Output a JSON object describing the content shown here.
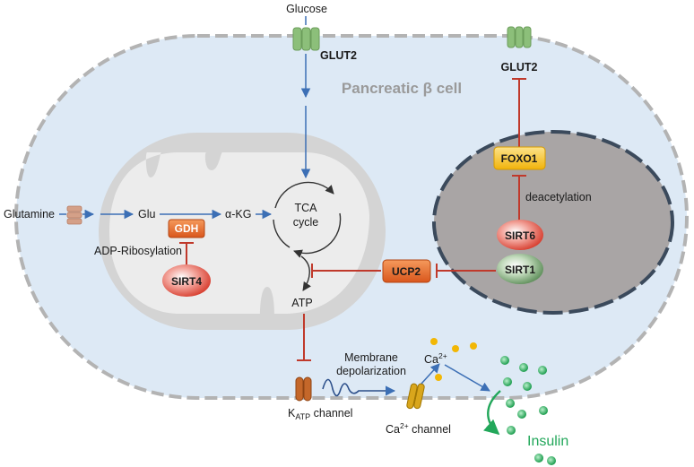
{
  "labels": {
    "glucose": "Glucose",
    "glut2_entry": "GLUT2",
    "glut2_nucleus": "GLUT2",
    "cell_title": "Pancreatic β cell",
    "foxo1": "FOXO1",
    "deacetylation": "deacetylation",
    "sirt6": "SIRT6",
    "sirt1": "SIRT1",
    "ucp2": "UCP2",
    "glutamine": "Glutamine",
    "glu": "Glu",
    "akg": "α-KG",
    "gdh": "GDH",
    "tca_line1": "TCA",
    "tca_line2": "cycle",
    "adp_ribosylation": "ADP-Ribosylation",
    "sirt4": "SIRT4",
    "atp": "ATP",
    "membrane_line1": "Membrane",
    "membrane_line2": "depolarization",
    "katp_k": "K",
    "katp_sub": "ATP",
    "katp_rest": " channel",
    "ca_ion": "Ca",
    "ca_ion_sup": "2+",
    "ca_channel": "Ca",
    "ca_channel_sup": "2+",
    "ca_channel_rest": " channel",
    "insulin": "Insulin"
  },
  "colors": {
    "cell_fill": "#dde9f5",
    "membrane": "#b3b3b3",
    "arrow_blue": "#3c6fb5",
    "inhibit_red": "#c0392b",
    "nucleus_fill": "#a9a5a5",
    "mito_fill": "#d4d4d4",
    "sirt_red": "#e14a3c",
    "sirt_green": "#6d9e6a",
    "orange_box": "#e5692c",
    "foxo1_box": "#f4c430",
    "insulin_green": "#22a75a",
    "calcium": "#f2b705"
  }
}
